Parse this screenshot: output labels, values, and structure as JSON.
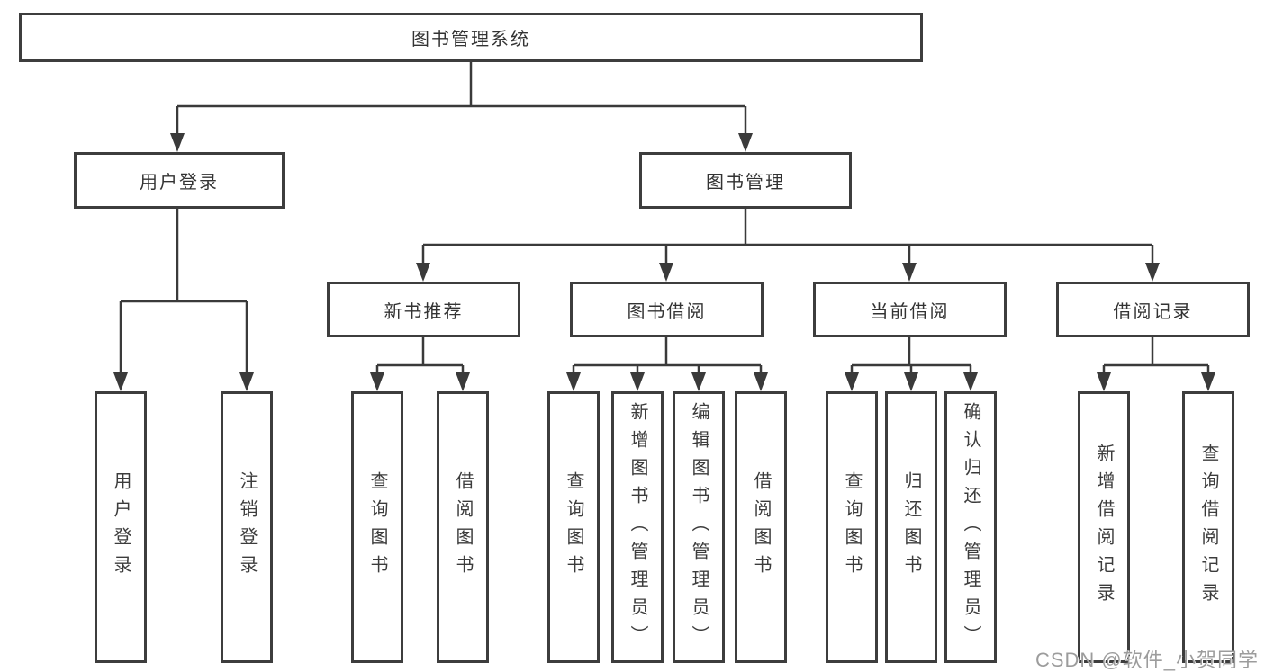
{
  "tree": {
    "label": "图书管理系统",
    "children": [
      {
        "label": "用户登录",
        "children": [
          {
            "label": "用户登录"
          },
          {
            "label": "注销登录"
          }
        ]
      },
      {
        "label": "图书管理",
        "children": [
          {
            "label": "新书推荐",
            "children": [
              {
                "label": "查询图书"
              },
              {
                "label": "借阅图书"
              }
            ]
          },
          {
            "label": "图书借阅",
            "children": [
              {
                "label": "查询图书"
              },
              {
                "label": "新增图书（管理员）"
              },
              {
                "label": "编辑图书（管理员）"
              },
              {
                "label": "借阅图书"
              }
            ]
          },
          {
            "label": "当前借阅",
            "children": [
              {
                "label": "查询图书"
              },
              {
                "label": "归还图书"
              },
              {
                "label": "确认归还（管理员）"
              }
            ]
          },
          {
            "label": "借阅记录",
            "children": [
              {
                "label": "新增借阅记录"
              },
              {
                "label": "查询借阅记录"
              }
            ]
          }
        ]
      }
    ]
  },
  "watermark": {
    "text": "CSDN @软件_小贺同学"
  },
  "colors": {
    "box_border": "#3d3d3d",
    "connector": "#3a3a3a",
    "text": "#333333",
    "watermark": "#9c9c9c",
    "background": "#ffffff"
  }
}
